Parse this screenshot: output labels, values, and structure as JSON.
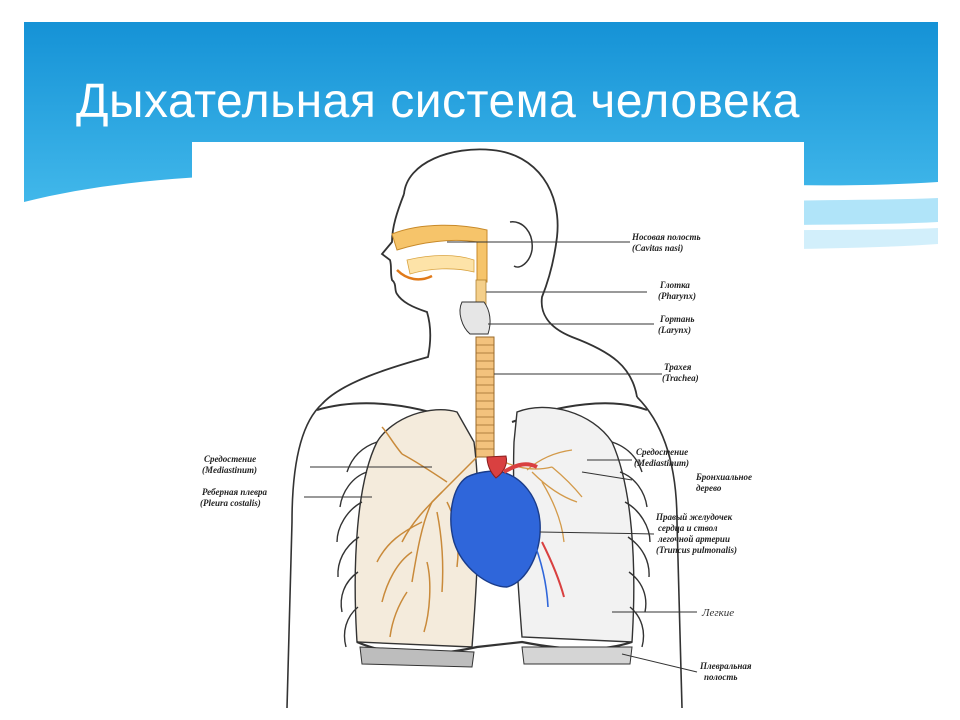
{
  "slide": {
    "title": "Дыхательная система человека"
  },
  "figure": {
    "labels_right": [
      {
        "name": "nasal-cavity",
        "line1": "Носовая полость",
        "line2": "(Cavitas nasi)"
      },
      {
        "name": "pharynx",
        "line1": "Глотка",
        "line2": "(Pharynx)"
      },
      {
        "name": "larynx",
        "line1": "Гортань",
        "line2": "(Larynx)"
      },
      {
        "name": "trachea",
        "line1": "Трахея",
        "line2": "(Trachea)"
      },
      {
        "name": "mediastinum-right",
        "line1": "Средостение",
        "line2": "(Mediastinum)"
      },
      {
        "name": "bronchial-tree",
        "line1": "Бронхиальное",
        "line2": "дерево"
      },
      {
        "name": "right-ventricle",
        "line1": "Правый желудочек",
        "line2": "сердца и ствол",
        "line3": "легочной артерии",
        "line4": "(Truncus pulmonalis)"
      },
      {
        "name": "lungs",
        "line1": "Легкие"
      },
      {
        "name": "pleural-cavity",
        "line1": "Плевральная",
        "line2": "полость"
      }
    ],
    "labels_left": [
      {
        "name": "mediastinum-left",
        "line1": "Средостение",
        "line2": "(Mediastinum)"
      },
      {
        "name": "costal-pleura",
        "line1": "Реберная плевра",
        "line2": "(Pleura costalis)"
      }
    ]
  },
  "colors": {
    "banner_top": "#1e96d8",
    "banner_bottom": "#4fc3f1",
    "airway": "#f5c060",
    "heart": "#2e64d8",
    "bronchi": "#c98a3a"
  }
}
